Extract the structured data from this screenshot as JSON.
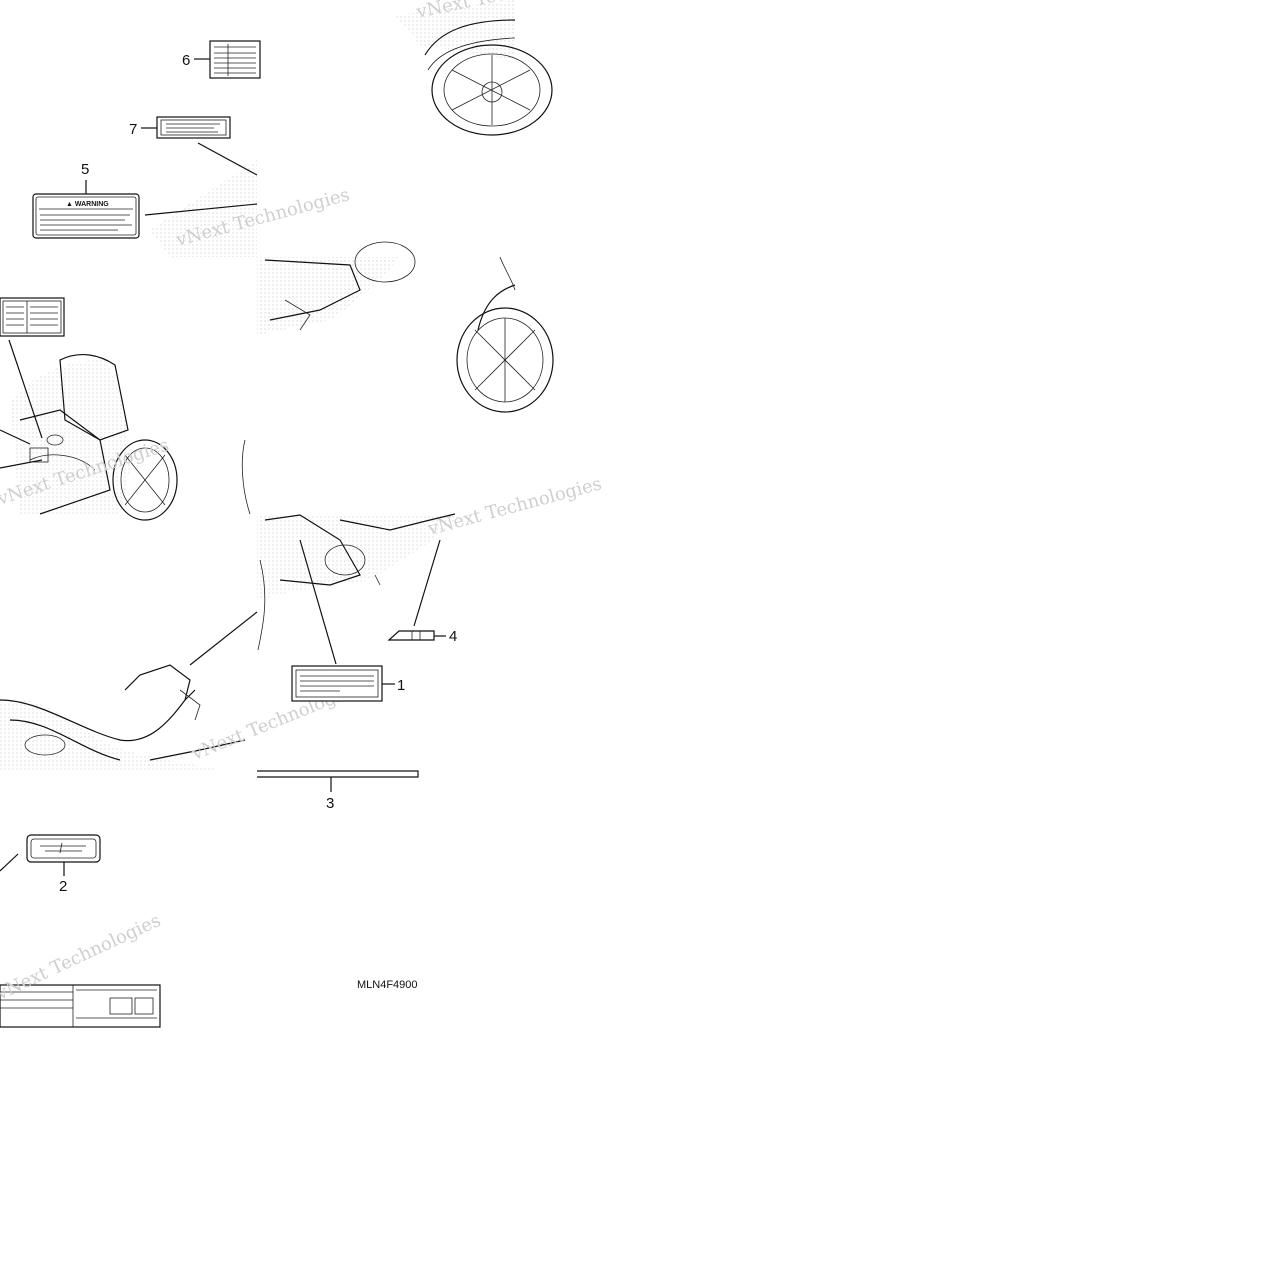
{
  "diagram": {
    "callouts": [
      {
        "id": "callout-1",
        "text": "1"
      },
      {
        "id": "callout-2",
        "text": "2"
      },
      {
        "id": "callout-3",
        "text": "3"
      },
      {
        "id": "callout-4",
        "text": "4"
      },
      {
        "id": "callout-5",
        "text": "5"
      },
      {
        "id": "callout-6",
        "text": "6"
      },
      {
        "id": "callout-7",
        "text": "7"
      }
    ],
    "warning_label": "▲ WARNING",
    "diagram_code": "MLN4F4900",
    "watermark": "vNext Technologies"
  }
}
